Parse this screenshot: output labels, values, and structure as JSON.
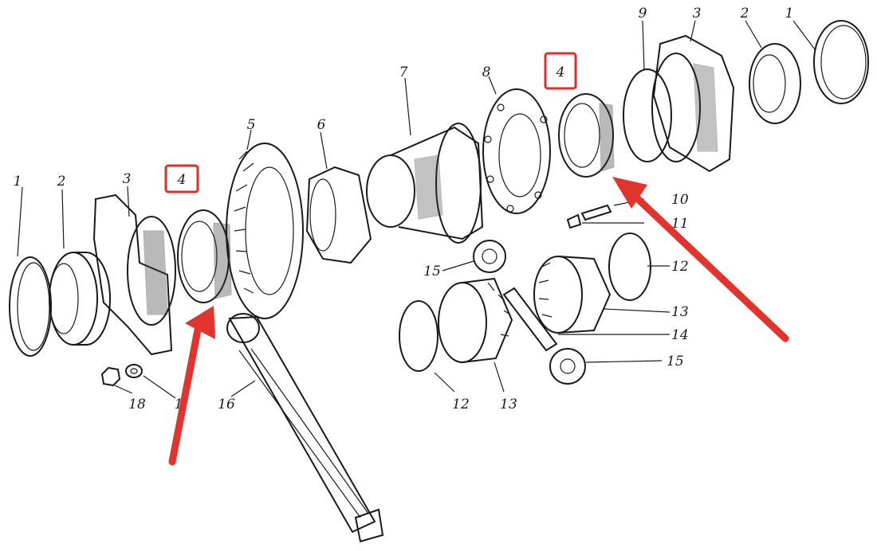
{
  "labels": {
    "left_1": "1",
    "left_2": "2",
    "left_3": "3",
    "left_4": "4",
    "p5": "5",
    "p6": "6",
    "p7": "7",
    "p8": "8",
    "right_4": "4",
    "p9": "9",
    "right_3": "3",
    "right_2": "2",
    "right_1": "1",
    "p10": "10",
    "p11": "11",
    "p12_right": "12",
    "p13_right": "13",
    "p14": "14",
    "p15_lower": "15",
    "p15_upper": "15",
    "p12_lower": "12",
    "p13_lower": "13",
    "p16": "16",
    "p17": "1",
    "p18": "18"
  },
  "colors": {
    "highlight_box": "#d9302c",
    "arrow": "#e0342c",
    "line": "#1a1a1a"
  }
}
